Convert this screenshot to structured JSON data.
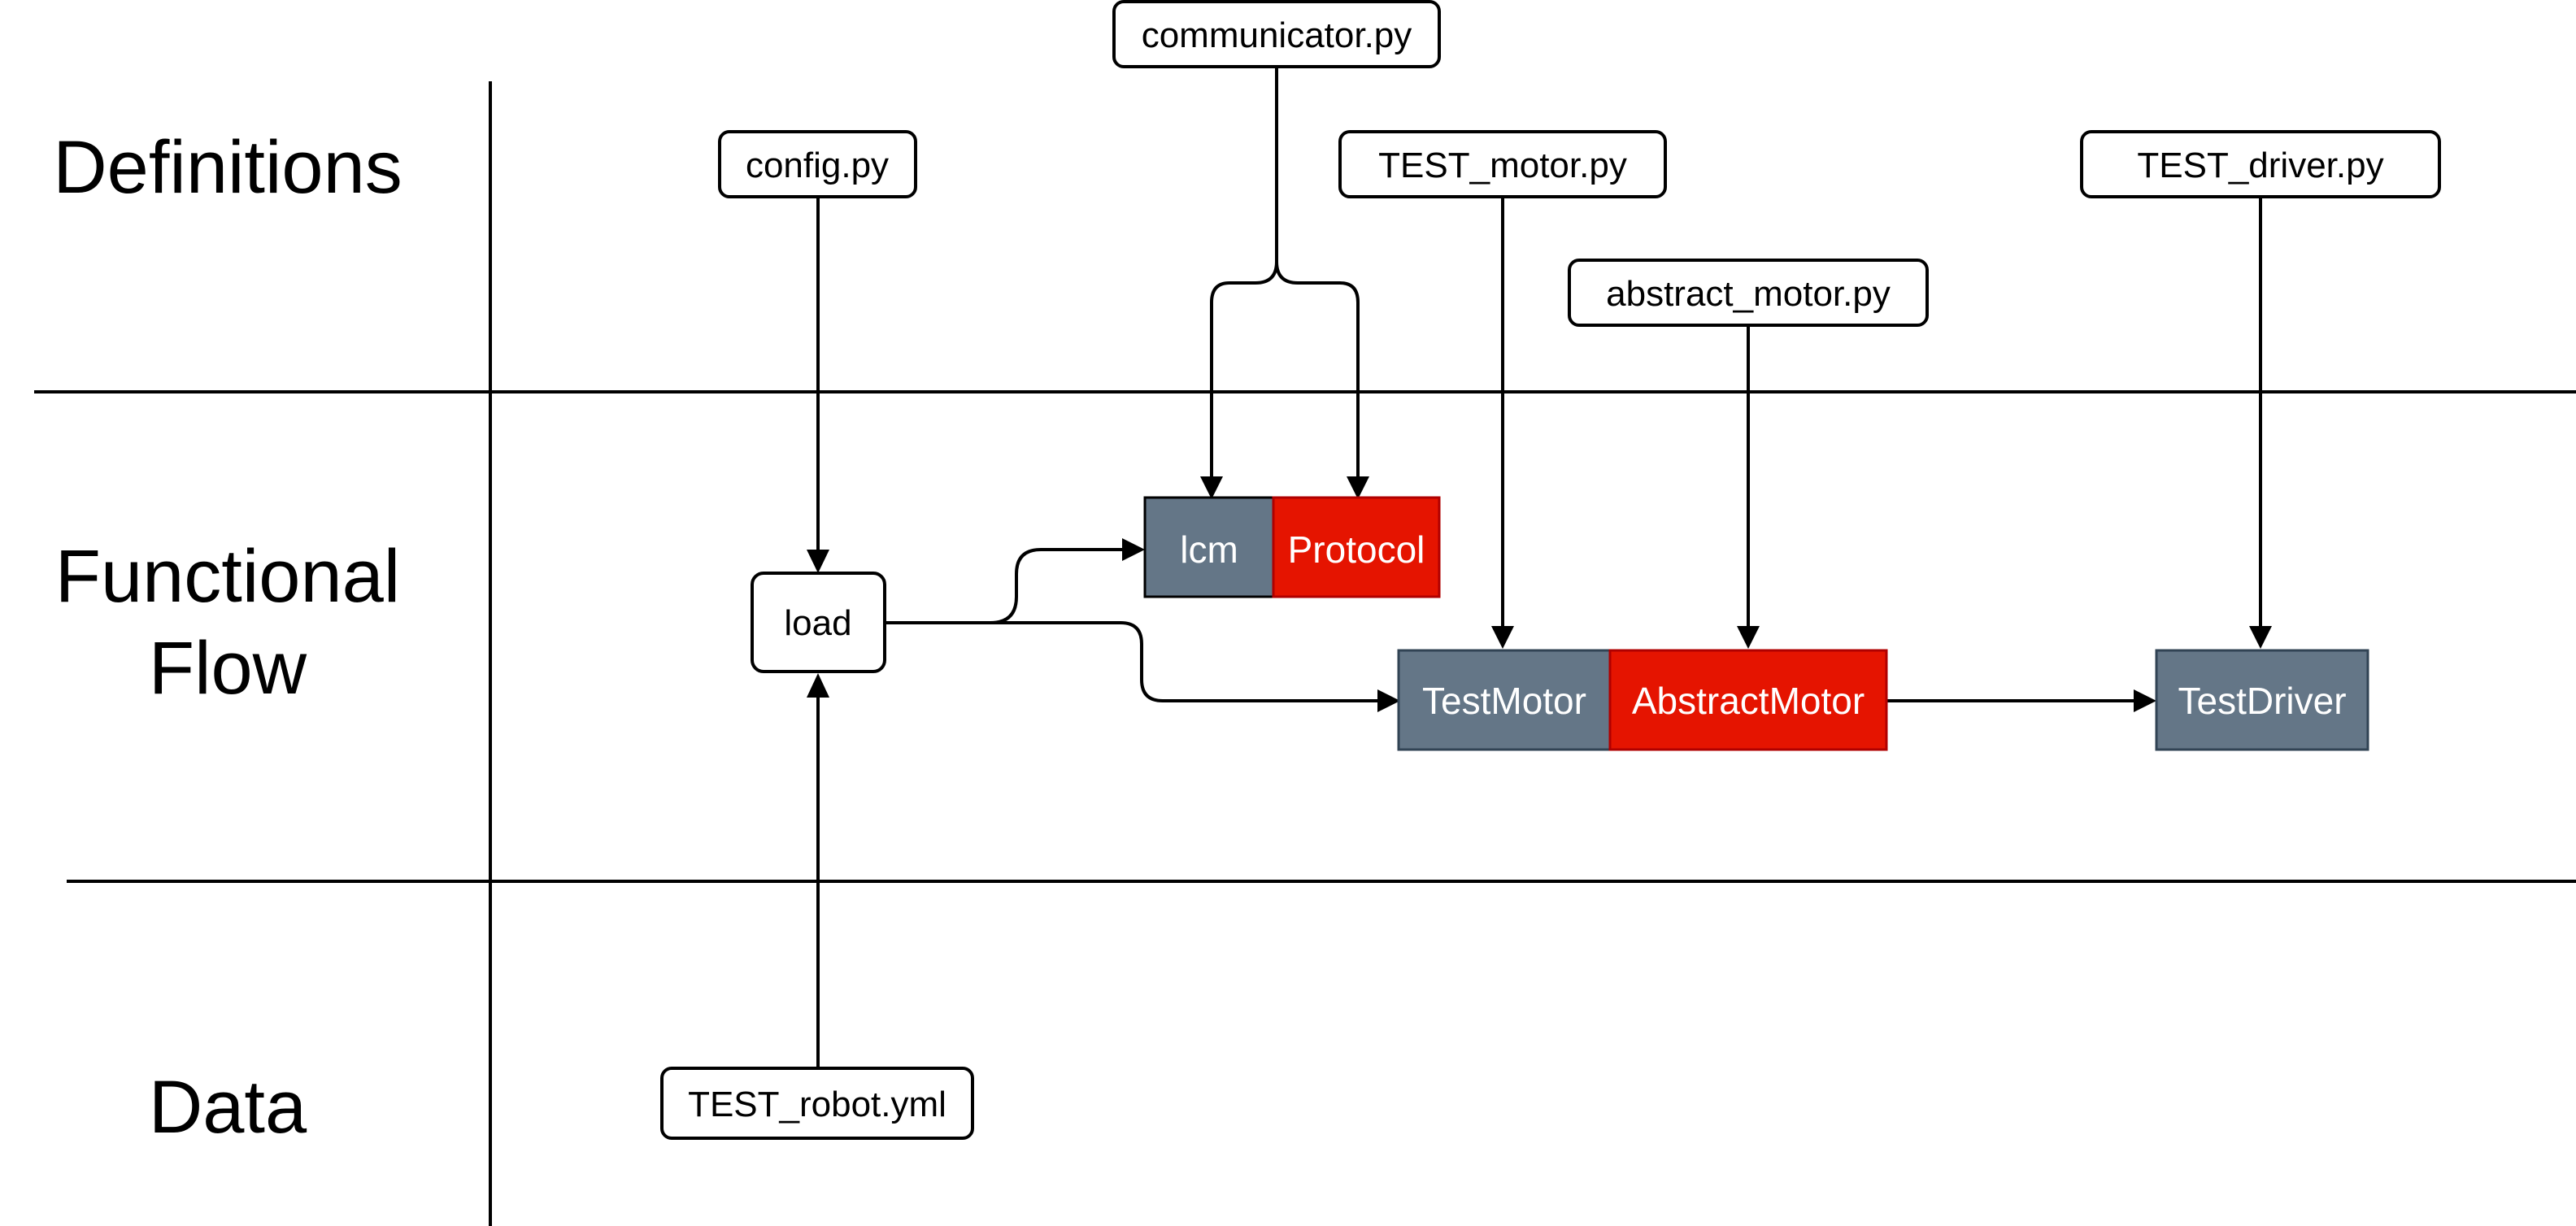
{
  "lanes": {
    "definitions": "Definitions",
    "functional_line1": "Functional",
    "functional_line2": "Flow",
    "data": "Data"
  },
  "files": {
    "communicator": "communicator.py",
    "config": "config.py",
    "test_motor": "TEST_motor.py",
    "abstract_motor": "abstract_motor.py",
    "test_driver": "TEST_driver.py",
    "test_robot": "TEST_robot.yml"
  },
  "functions": {
    "load": "load"
  },
  "classes": {
    "lcm": "lcm",
    "protocol": "Protocol",
    "test_motor": "TestMotor",
    "abstract_motor": "AbstractMotor",
    "test_driver": "TestDriver"
  },
  "colors": {
    "concrete_class": "#647687",
    "abstract_class": "#e51400",
    "border": "#000000",
    "background": "#ffffff"
  }
}
